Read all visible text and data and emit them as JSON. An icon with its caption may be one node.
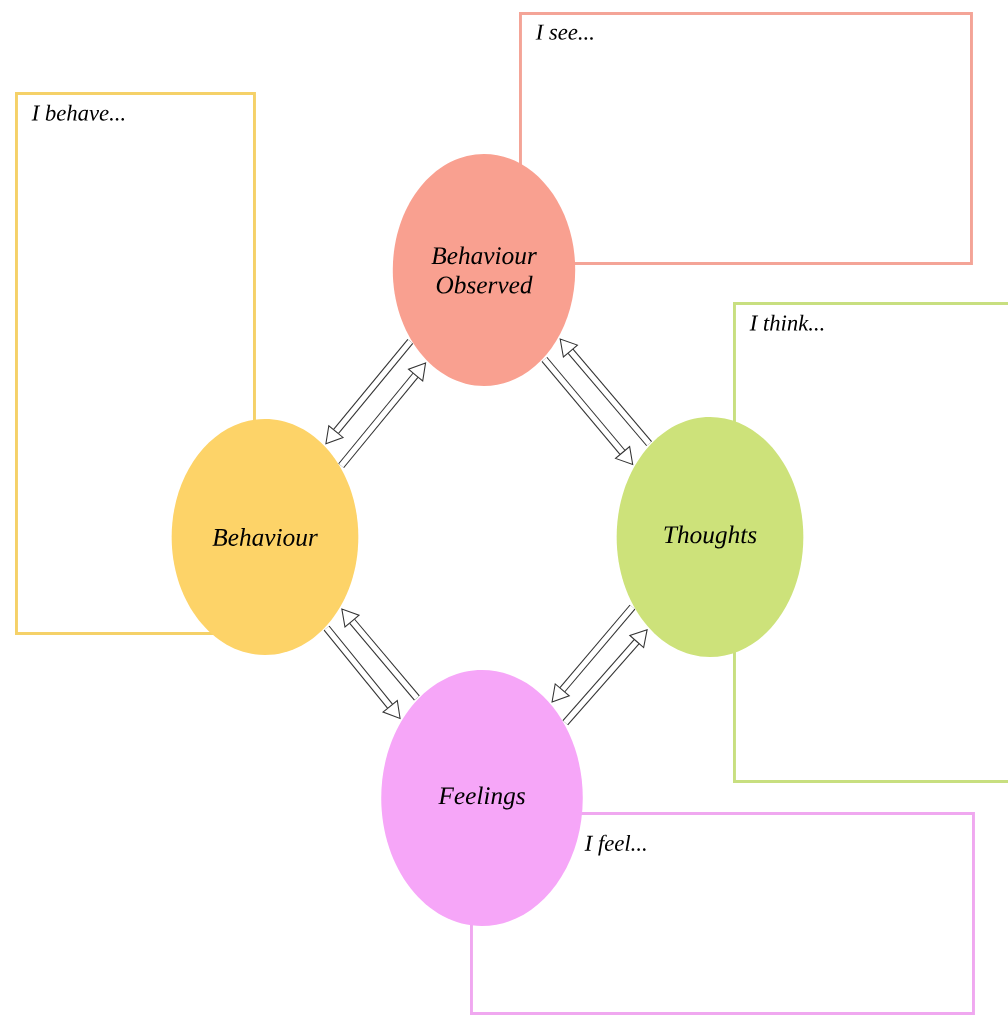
{
  "diagram": {
    "nodes": [
      {
        "text": [
          "I see..."
        ]
      },
      {
        "text": [
          "I behave..."
        ]
      },
      {
        "text": [
          "Behaviour Observed"
        ]
      },
      {
        "text": [
          "I think..."
        ]
      },
      {
        "text": [
          "Behaviour"
        ]
      },
      {
        "text": [
          "Thoughts"
        ]
      },
      {
        "text": [
          "Feelings"
        ]
      },
      {
        "text": [
          "I feel..."
        ]
      }
    ],
    "edges": [
      {
        "from": 4,
        "to": 2,
        "arrow": "to"
      },
      {
        "from": 2,
        "to": 4,
        "arrow": "to"
      },
      {
        "from": 2,
        "to": 5,
        "arrow": "to"
      },
      {
        "from": 5,
        "to": 2,
        "arrow": "to"
      },
      {
        "from": 5,
        "to": 6,
        "arrow": "to"
      },
      {
        "from": 6,
        "to": 5,
        "arrow": "to"
      },
      {
        "from": 6,
        "to": 4,
        "arrow": "to"
      },
      {
        "from": 4,
        "to": 6,
        "arrow": "to"
      }
    ]
  }
}
